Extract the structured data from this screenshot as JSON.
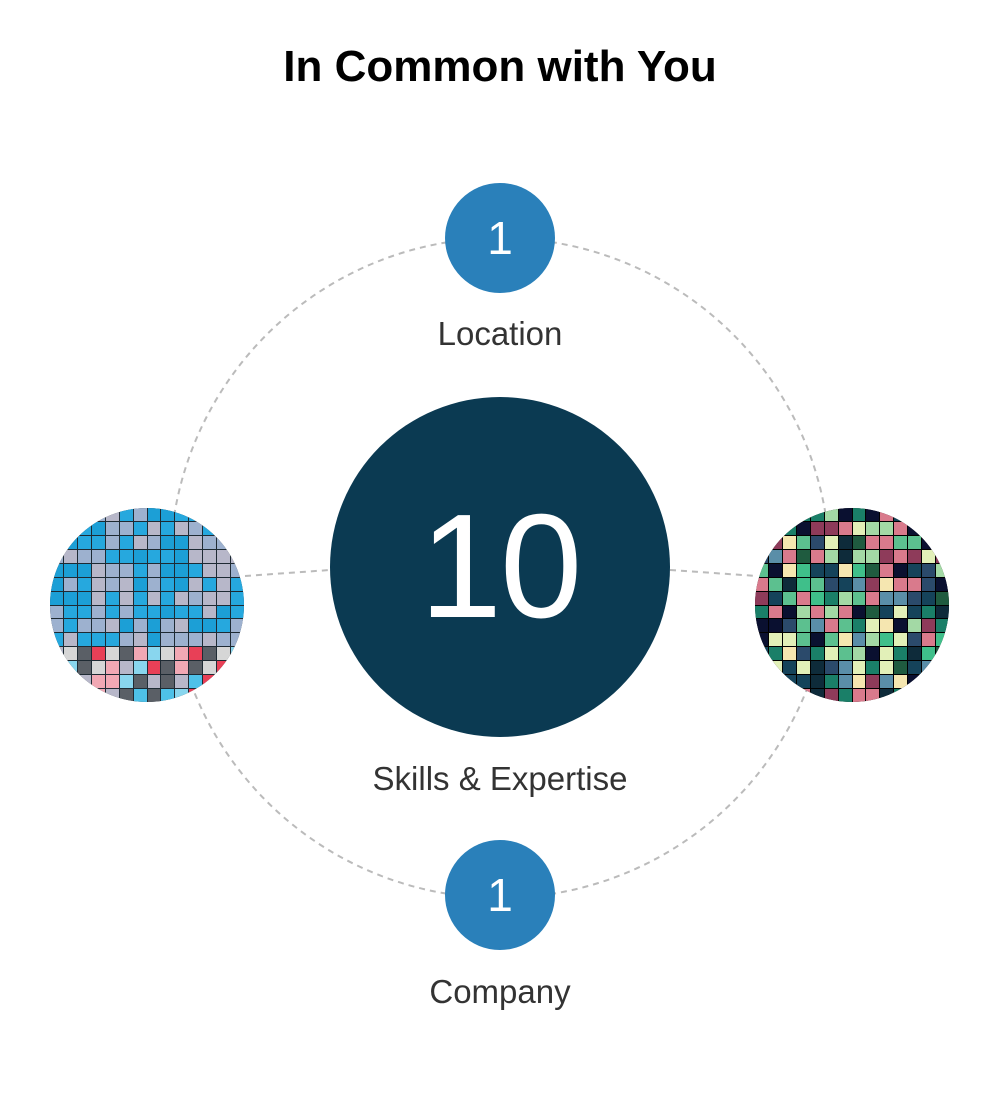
{
  "title": "In Common with You",
  "center": {
    "count": "10",
    "label": "Skills & Expertise"
  },
  "location": {
    "count": "1",
    "label": "Location"
  },
  "company": {
    "count": "1",
    "label": "Company"
  },
  "colors": {
    "center_fill": "#0b3a52",
    "badge_fill": "#2a80ba",
    "ring_stroke": "#bbbbbb",
    "caption_text": "#333333"
  },
  "avatars": {
    "left": {
      "icon": "user-avatar-pixel-blue",
      "palette": [
        "#26a8de",
        "#9db1cf",
        "#1c9fd6",
        "#b7b7c9",
        "#4ec1e8",
        "#f1a8b4",
        "#e84057",
        "#5a5f66",
        "#d6d6d6",
        "#89d6ee"
      ]
    },
    "right": {
      "icon": "user-avatar-pixel-mosaic",
      "palette": [
        "#1a7f68",
        "#3fbf8a",
        "#0e2b3a",
        "#d97a8c",
        "#f5e6b0",
        "#5cc08f",
        "#2b4a6b",
        "#a3d9a5",
        "#15435a",
        "#8e3b5a",
        "#e2f0b8",
        "#5a8ea8",
        "#1f5b3f",
        "#0a1030"
      ]
    }
  }
}
